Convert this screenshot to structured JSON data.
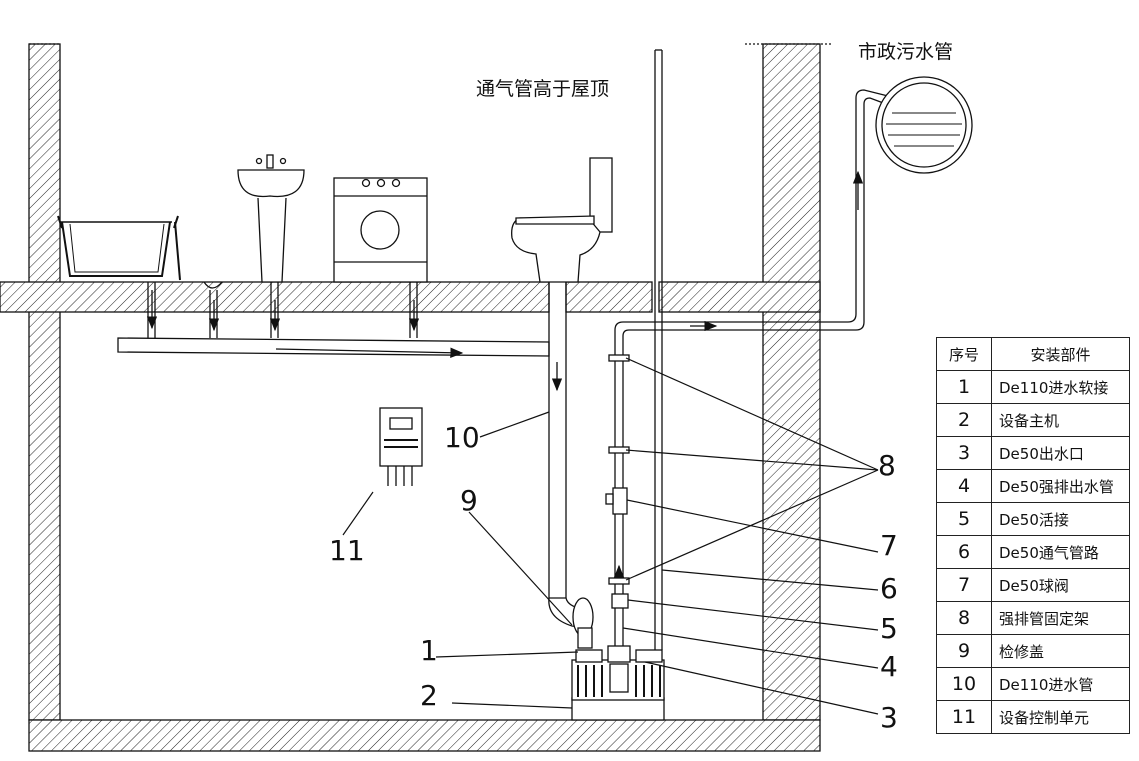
{
  "annotations": {
    "vent_note": "通气管高于屋顶",
    "municipal_pipe": "市政污水管"
  },
  "callouts": {
    "c1": "1",
    "c2": "2",
    "c3": "3",
    "c4": "4",
    "c5": "5",
    "c6": "6",
    "c7": "7",
    "c8": "8",
    "c9": "9",
    "c10": "10",
    "c11": "11"
  },
  "parts_table": {
    "header_no": "序号",
    "header_part": "安装部件",
    "rows": [
      {
        "no": "1",
        "part": "De110进水软接"
      },
      {
        "no": "2",
        "part": "设备主机"
      },
      {
        "no": "3",
        "part": "De50出水口"
      },
      {
        "no": "4",
        "part": "De50强排出水管"
      },
      {
        "no": "5",
        "part": "De50活接"
      },
      {
        "no": "6",
        "part": "De50通气管路"
      },
      {
        "no": "7",
        "part": "De50球阀"
      },
      {
        "no": "8",
        "part": "强排管固定架"
      },
      {
        "no": "9",
        "part": "检修盖"
      },
      {
        "no": "10",
        "part": "De110进水管"
      },
      {
        "no": "11",
        "part": "设备控制单元"
      }
    ]
  },
  "colors": {
    "line": "#111111",
    "background": "#ffffff"
  }
}
